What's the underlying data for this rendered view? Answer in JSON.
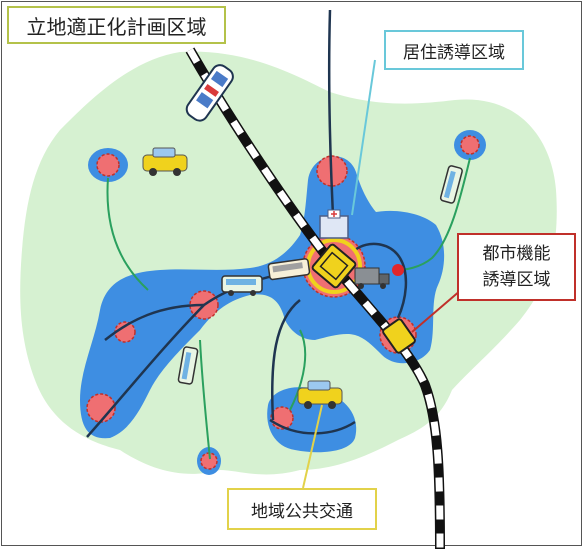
{
  "labels": {
    "rikkan": "立地適正化計画区域",
    "kyoju": "居住誘導区域",
    "toshi_line1": "都市機能",
    "toshi_line2": "誘導区域",
    "kotsu": "地域公共交通"
  },
  "colors": {
    "planning_area": "#d6f1d1",
    "residential_zone": "#3e8ee2",
    "urban_function_zone": "#ef6f72",
    "railway": "#111111",
    "bus_route": "#1f3550",
    "feeder_route": "#2aa05e",
    "core_ring": "#f0d21d",
    "callout_rikkan": "#b4c24a",
    "callout_kyoju": "#69c8da",
    "callout_toshi": "#c0302a",
    "callout_kotsu": "#e2d24a"
  },
  "icons": [
    "taxi-icon",
    "bus-icon",
    "train-icon",
    "hospital-icon",
    "truck-icon",
    "station-icon"
  ]
}
